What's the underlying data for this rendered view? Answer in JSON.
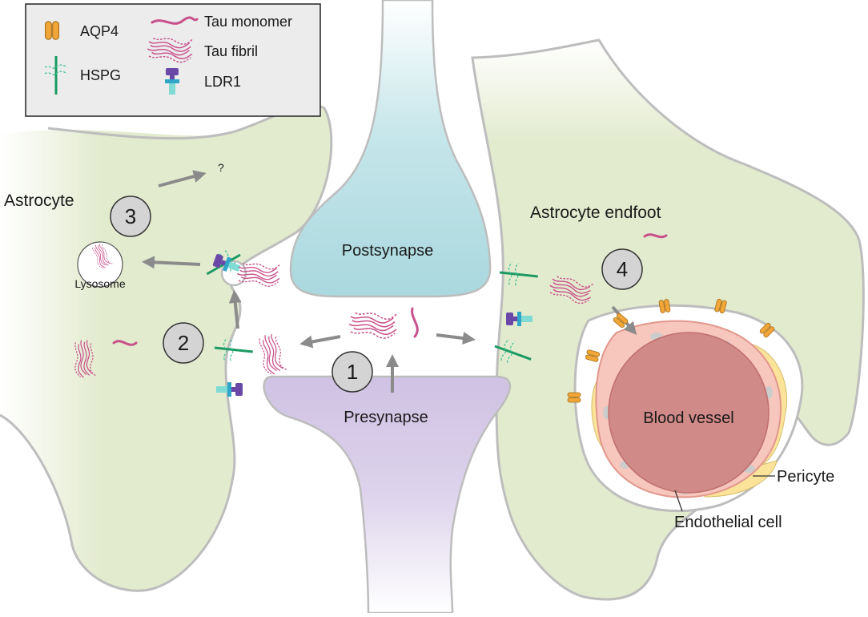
{
  "legend": {
    "items": [
      {
        "label": "AQP4",
        "icon": "aqp4-channel-icon"
      },
      {
        "label": "HSPG",
        "icon": "hspg-receptor-icon"
      },
      {
        "label": "Tau monomer",
        "icon": "tau-monomer-icon"
      },
      {
        "label": "Tau fibril",
        "icon": "tau-fibril-icon"
      },
      {
        "label": "LDR1",
        "icon": "ldr1-receptor-icon"
      }
    ]
  },
  "labels": {
    "astrocyte": "Astrocyte",
    "astrocyte_endfoot": "Astrocyte endfoot",
    "postsynapse": "Postsynapse",
    "presynapse": "Presynapse",
    "lysosome": "Lysosome",
    "blood_vessel": "Blood vessel",
    "pericyte": "Pericyte",
    "endothelial_cell": "Endothelial cell",
    "unknown_fate": "?"
  },
  "steps": [
    "1",
    "2",
    "3",
    "4"
  ],
  "colors": {
    "astrocyte_fill": "#e3ebcf",
    "astrocyte_stroke": "#b9bcb2",
    "postsynapse_fill": "#a9d8de",
    "presynapse_fill": "#cfc2e3",
    "tau": "#c8508a",
    "hspg": "#1c9a63",
    "aqp4": "#f0a638",
    "ldr1_top": "#6a48a8",
    "ldr1_bottom": "#45c3c6",
    "vessel": "#d08a88",
    "endothelial": "#f7c6bd",
    "pericyte": "#fbe49a",
    "step_circle": "#d4d4d4",
    "arrow": "#8b8b8b",
    "legend_bg": "#ececec"
  }
}
